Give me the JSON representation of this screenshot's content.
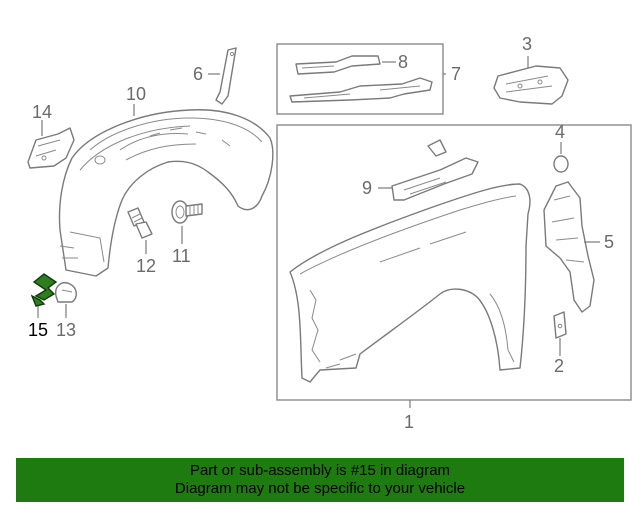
{
  "diagram": {
    "callouts": [
      {
        "id": "1",
        "label": "1"
      },
      {
        "id": "2",
        "label": "2"
      },
      {
        "id": "3",
        "label": "3"
      },
      {
        "id": "4",
        "label": "4"
      },
      {
        "id": "5",
        "label": "5"
      },
      {
        "id": "6",
        "label": "6"
      },
      {
        "id": "7",
        "label": "7"
      },
      {
        "id": "8",
        "label": "8"
      },
      {
        "id": "9",
        "label": "9"
      },
      {
        "id": "10",
        "label": "10"
      },
      {
        "id": "11",
        "label": "11"
      },
      {
        "id": "12",
        "label": "12"
      },
      {
        "id": "13",
        "label": "13"
      },
      {
        "id": "14",
        "label": "14"
      },
      {
        "id": "15",
        "label": "15"
      }
    ],
    "highlighted_part": "15",
    "highlight_color": "#1e7b0f"
  },
  "banner": {
    "line1": "Part or sub-assembly is #15 in diagram",
    "line2": "Diagram may not be specific to your vehicle",
    "background": "#1e7b0f"
  }
}
